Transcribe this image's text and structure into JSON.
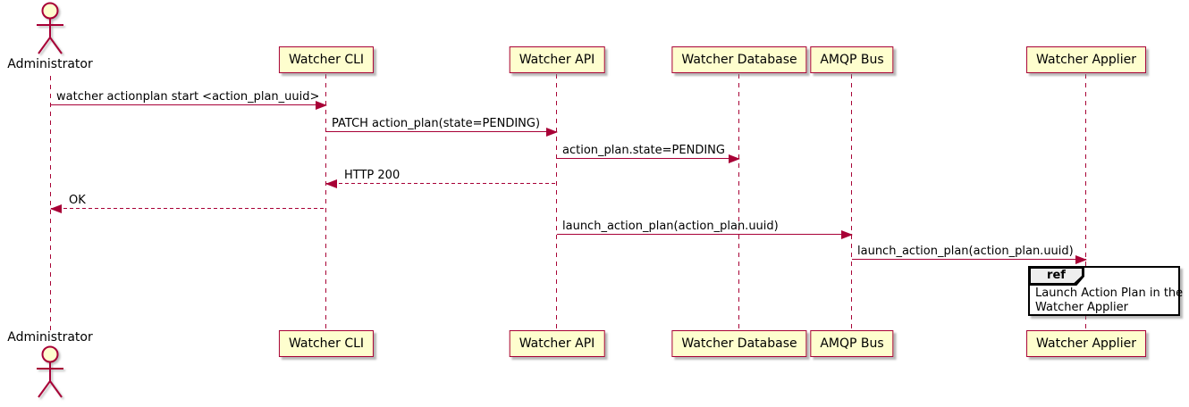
{
  "diagram": {
    "type": "uml-sequence-diagram",
    "tool_style": "plantuml"
  },
  "colors": {
    "participant_fill": "#FEFECE",
    "participant_border": "#A80036",
    "line": "#A80036",
    "text": "#000000",
    "ref_tab_fill": "#EEEEEE",
    "ref_border": "#000000",
    "background": "#FFFFFF"
  },
  "actor": {
    "name": "Administrator"
  },
  "participants": [
    {
      "name": "Watcher CLI"
    },
    {
      "name": "Watcher API"
    },
    {
      "name": "Watcher Database"
    },
    {
      "name": "AMQP Bus"
    },
    {
      "name": "Watcher Applier"
    }
  ],
  "messages": [
    {
      "label": "watcher actionplan start <action_plan_uuid>",
      "from": "Administrator",
      "to": "Watcher CLI",
      "style": "solid"
    },
    {
      "label": "PATCH action_plan(state=PENDING)",
      "from": "Watcher CLI",
      "to": "Watcher API",
      "style": "solid"
    },
    {
      "label": "action_plan.state=PENDING",
      "from": "Watcher API",
      "to": "Watcher Database",
      "style": "solid"
    },
    {
      "label": "HTTP 200",
      "from": "Watcher API",
      "to": "Watcher CLI",
      "style": "dashed"
    },
    {
      "label": "OK",
      "from": "Watcher CLI",
      "to": "Administrator",
      "style": "dashed"
    },
    {
      "label": "launch_action_plan(action_plan.uuid)",
      "from": "Watcher API",
      "to": "AMQP Bus",
      "style": "solid"
    },
    {
      "label": "launch_action_plan(action_plan.uuid)",
      "from": "AMQP Bus",
      "to": "Watcher Applier",
      "style": "solid"
    }
  ],
  "ref_fragment": {
    "keyword": "ref",
    "line1": "Launch Action Plan in the",
    "line2": "Watcher Applier"
  }
}
